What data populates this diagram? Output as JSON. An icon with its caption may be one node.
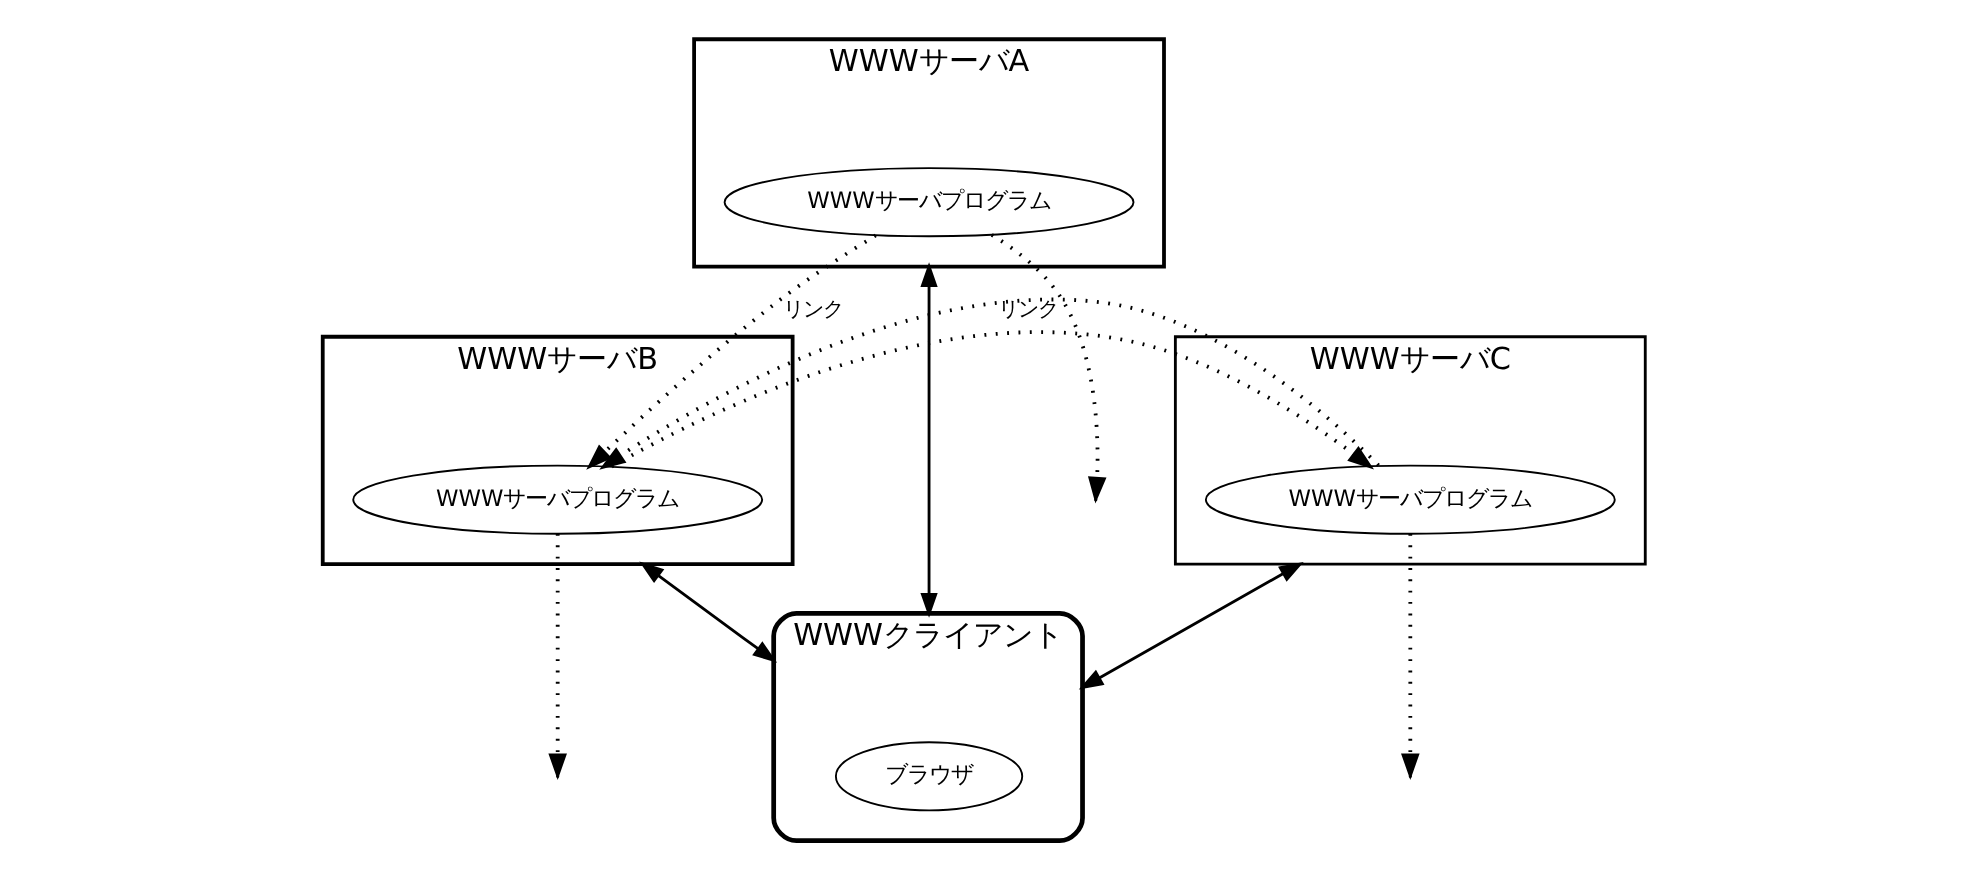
{
  "diagram": {
    "nodes": [
      {
        "text": [
          "WWWサーバA"
        ]
      },
      {
        "text": [
          "WWWサーバプログラム"
        ],
        "in": 0
      },
      {
        "text": [
          "WWWサーバB"
        ]
      },
      {
        "text": [
          "WWWサーバプログラム"
        ],
        "in": 2
      },
      {
        "text": [
          "WWWサーバC"
        ]
      },
      {
        "text": [
          "WWWサーバプログラム"
        ],
        "in": 4
      },
      {
        "text": [
          "WWWクライアント"
        ]
      },
      {
        "text": [
          "ブラウザ"
        ],
        "in": 6
      }
    ],
    "edges": [
      {
        "from": 1,
        "to": null,
        "arrow": "to",
        "style": "dashed"
      },
      {
        "from": 1,
        "to": 3,
        "arrow": "to",
        "label": "リンク",
        "style": "dashed"
      },
      {
        "from": 3,
        "to": null,
        "arrow": "to",
        "style": "dashed"
      },
      {
        "from": 3,
        "to": 5,
        "arrow": "to",
        "label": "リンク",
        "style": "dashed"
      },
      {
        "from": 5,
        "to": 3,
        "arrow": "to",
        "style": "dashed"
      },
      {
        "from": 5,
        "to": null,
        "arrow": "to",
        "style": "dashed"
      },
      {
        "from": 0,
        "to": 6,
        "arrow": "both"
      },
      {
        "from": 2,
        "to": 6,
        "arrow": "both"
      },
      {
        "from": 4,
        "to": 6,
        "arrow": "both"
      }
    ]
  }
}
